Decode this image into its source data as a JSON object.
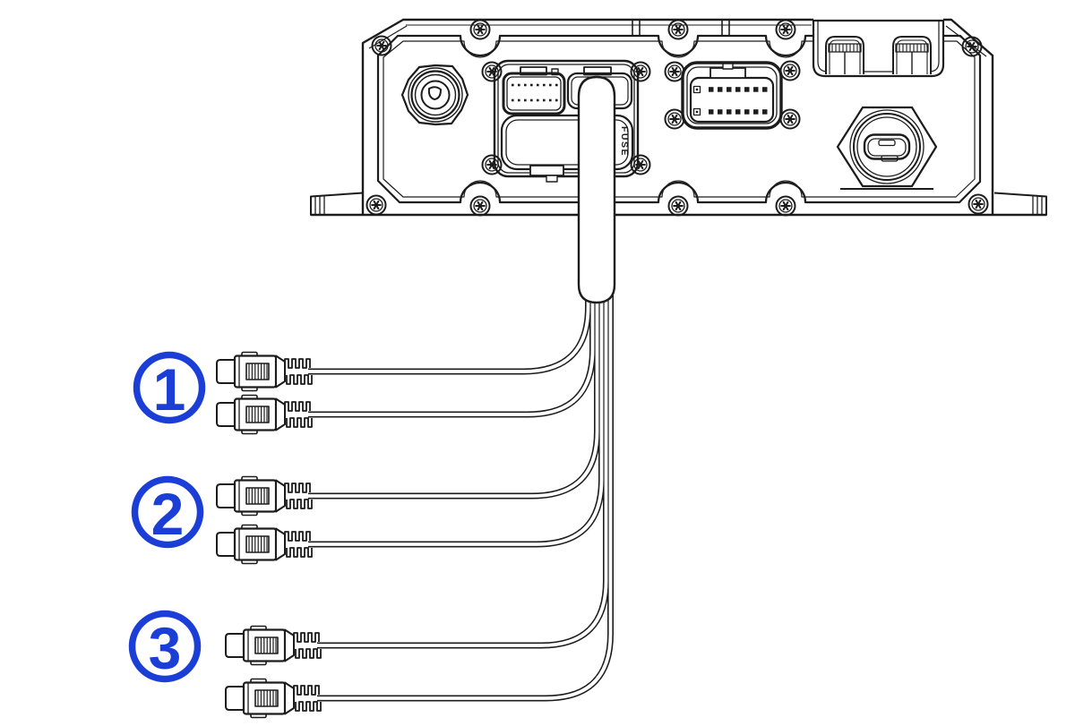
{
  "diagram": {
    "type": "wiring-connection-diagram",
    "description": "Rear panel of a black-box marine device with a main cable harness splitting into three numbered pairs of RCA connectors",
    "colors": {
      "accent": "#1b3fd6",
      "line": "#1c1c1c",
      "background": "#ffffff"
    },
    "fuse_label": "FUSE",
    "rca_pair_count": 3,
    "connectors_per_pair": 2,
    "callouts": [
      {
        "number": "1"
      },
      {
        "number": "2"
      },
      {
        "number": "3"
      }
    ]
  }
}
